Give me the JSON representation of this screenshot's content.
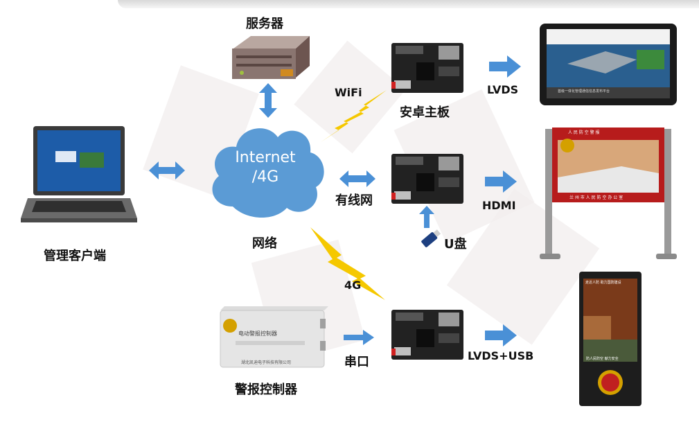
{
  "labels": {
    "server": "服务器",
    "client": "管理客户端",
    "network": "网络",
    "cloud_line1": "Internet",
    "cloud_line2": "/4G",
    "wifi": "WiFi",
    "android_board": "安卓主板",
    "wired": "有线网",
    "usb_disk": "U盘",
    "g4": "4G",
    "serial": "串口",
    "alarm_controller": "警报控制器",
    "lvds": "LVDS",
    "hdmi": "HDMI",
    "lvds_usb": "LVDS+USB"
  },
  "screen_texts": {
    "tablet_caption": "首级一体化管理通信信息发布平台",
    "billboard_header": "人 民 防 空 警 报",
    "billboard_footer": "兰 州 市 人 民 防 空 办 公 室",
    "alarm_box_title": "电动警报控制器",
    "alarm_box_footer": "湖北凯迪电子科技有限公司",
    "kiosk_header": "走近人防 助力国防建设",
    "kiosk_caption": "防人民防空 献力安全"
  },
  "colors": {
    "arrow": "#4a90d6",
    "cloud": "#5b9bd5",
    "lightning": "#f5c800",
    "board": "#222222"
  }
}
